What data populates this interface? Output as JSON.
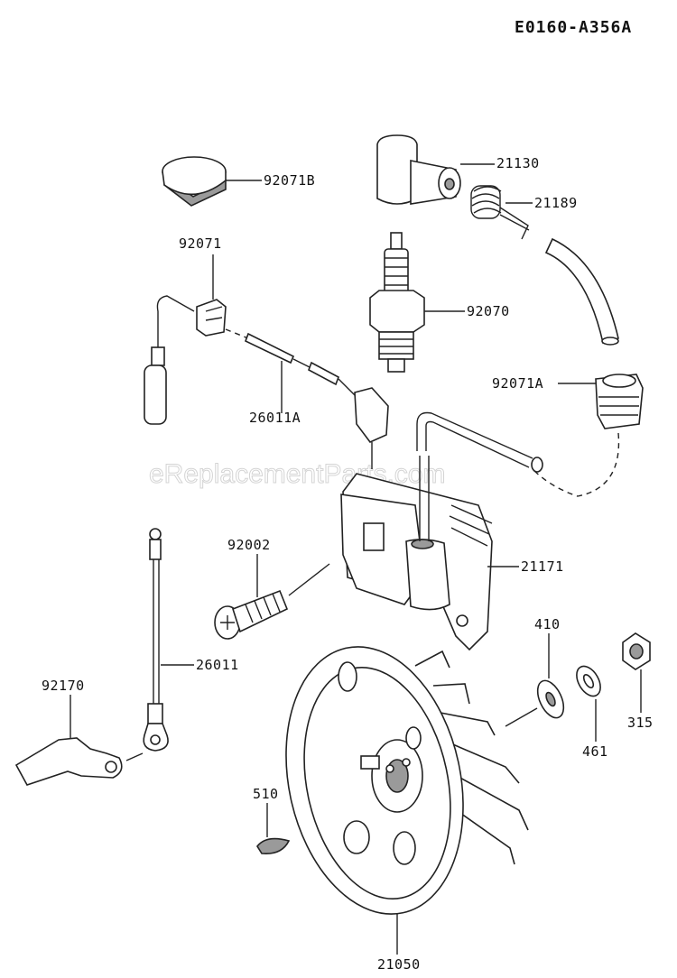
{
  "diagram_code": "E0160-A356A",
  "watermark": "eReplacementParts.com",
  "parts": [
    {
      "id": "92071B"
    },
    {
      "id": "21130"
    },
    {
      "id": "21189"
    },
    {
      "id": "92071"
    },
    {
      "id": "92070"
    },
    {
      "id": "92071A"
    },
    {
      "id": "26011A"
    },
    {
      "id": "92002"
    },
    {
      "id": "21171"
    },
    {
      "id": "26011"
    },
    {
      "id": "410"
    },
    {
      "id": "92170"
    },
    {
      "id": "315"
    },
    {
      "id": "461"
    },
    {
      "id": "510"
    },
    {
      "id": "21050"
    }
  ]
}
